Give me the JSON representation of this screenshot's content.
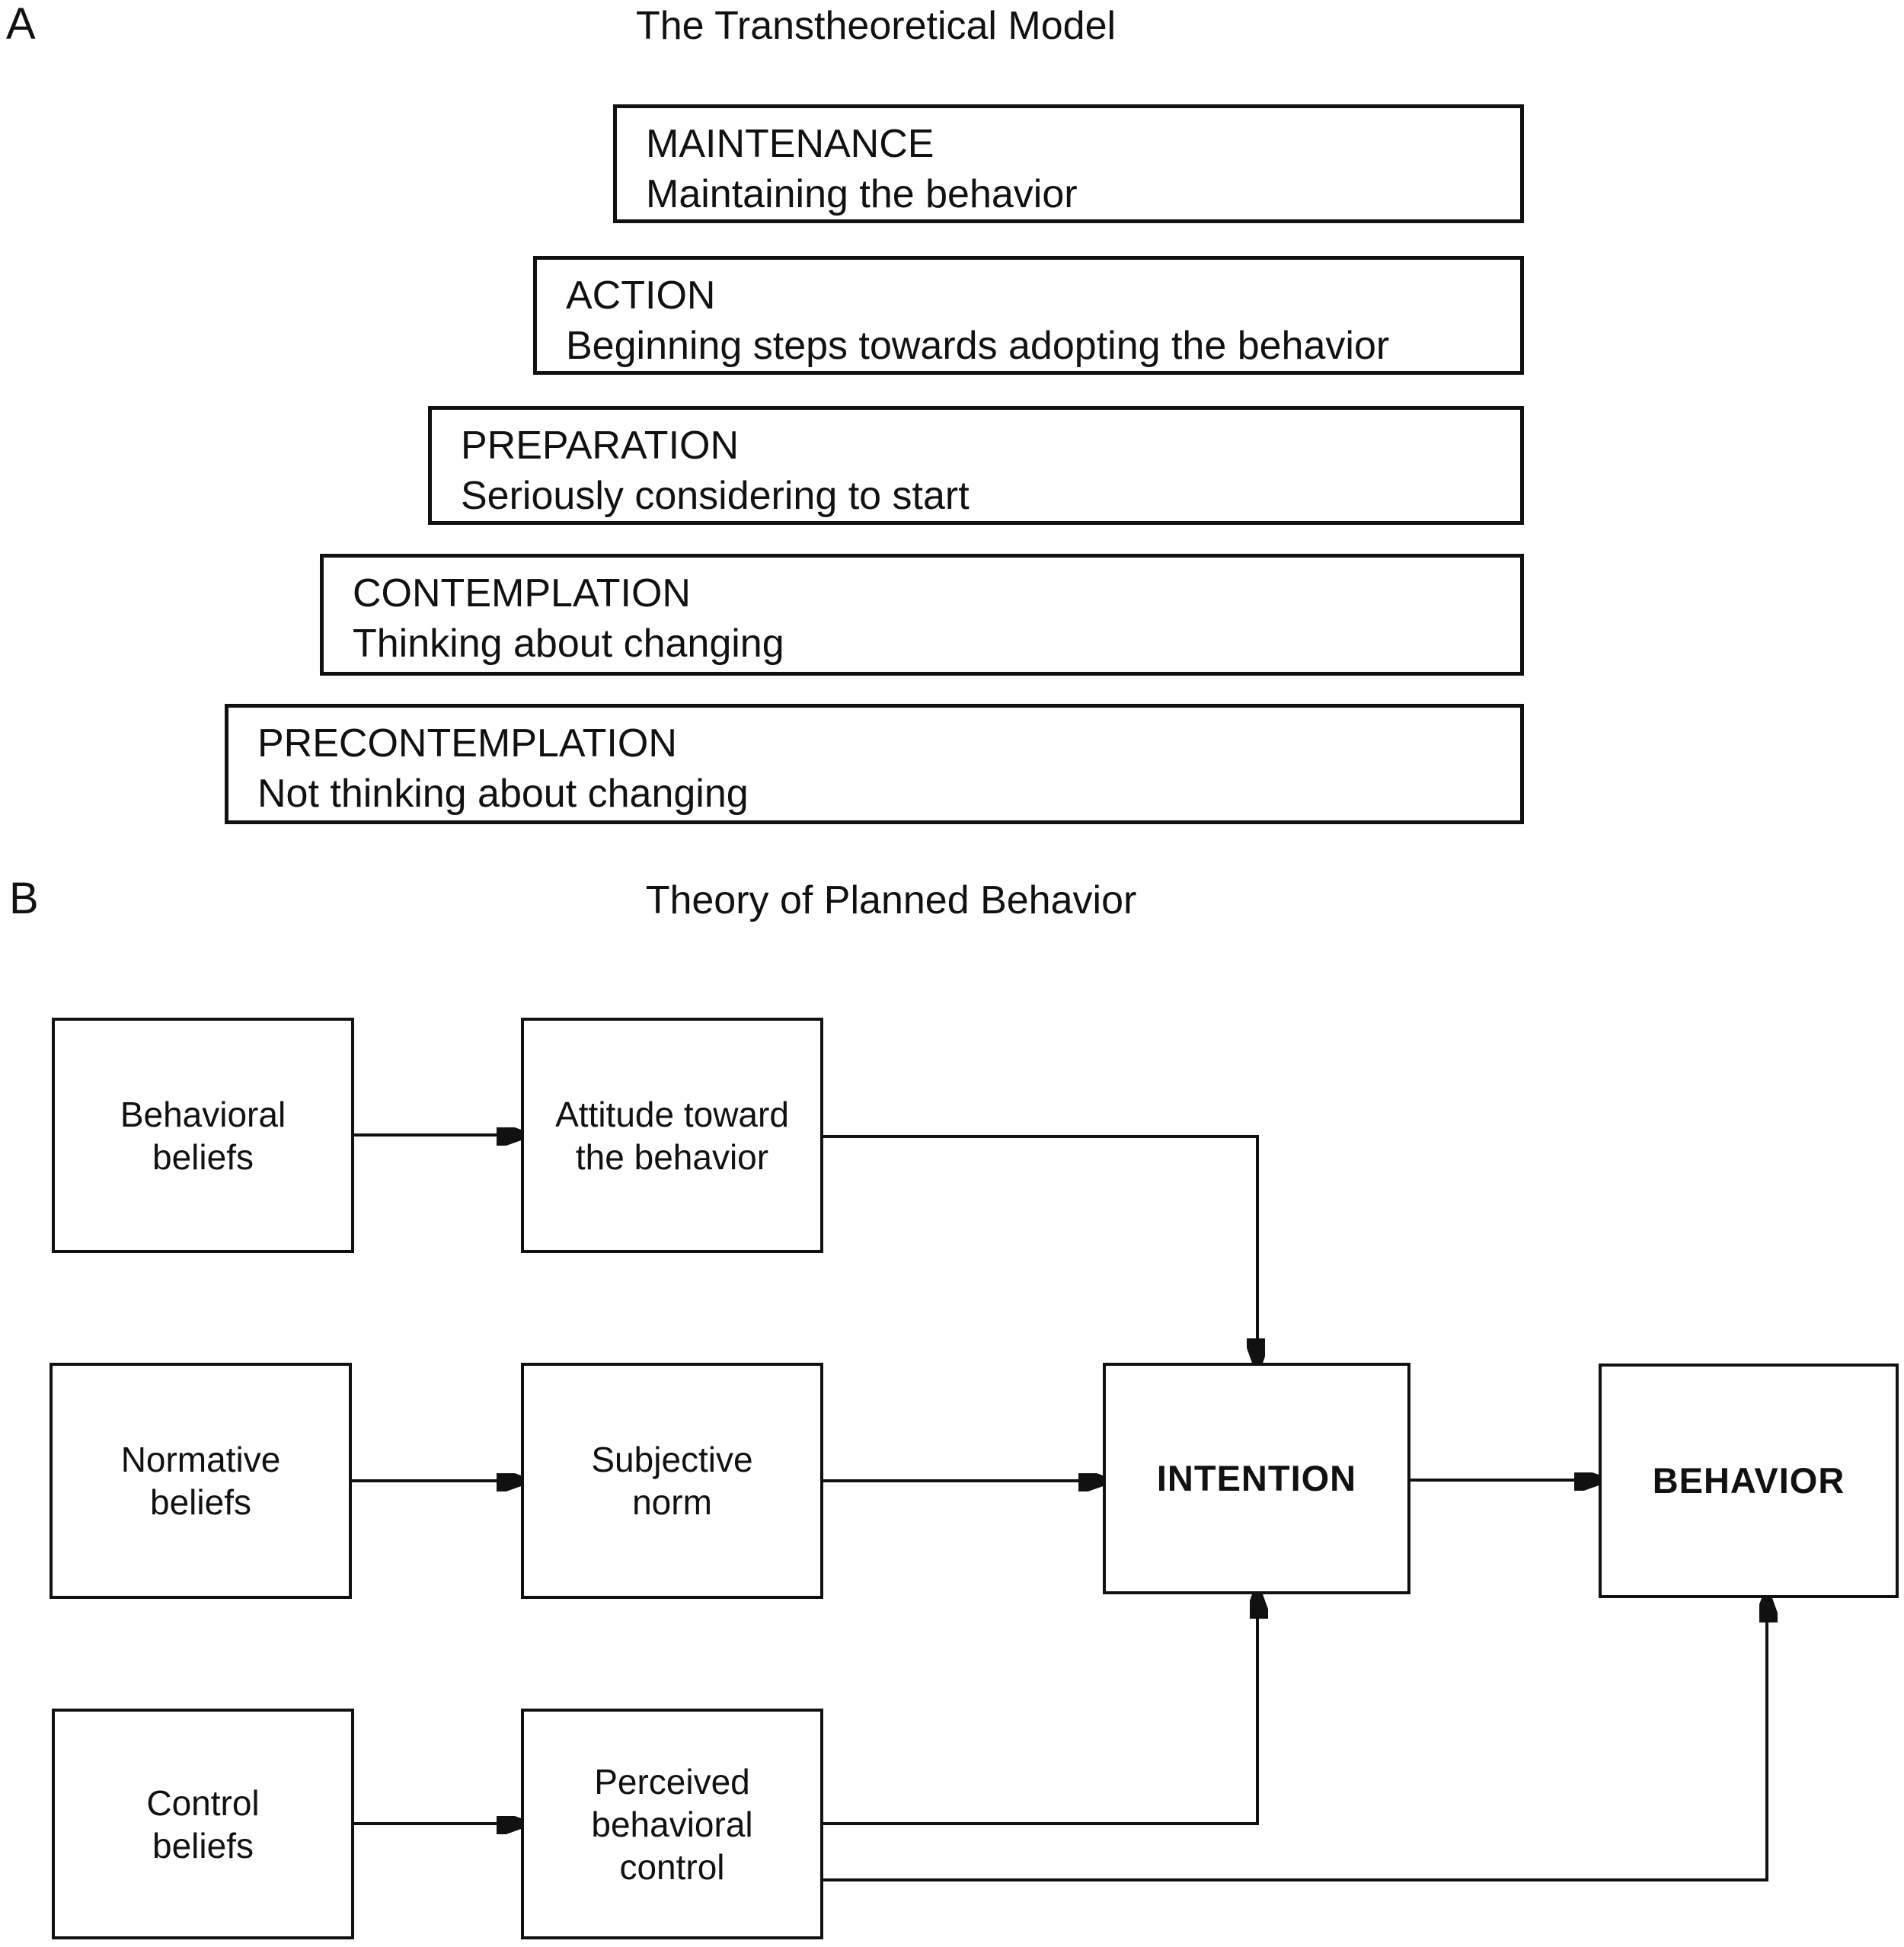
{
  "panel_a": {
    "label": "A",
    "title": "The Transtheoretical Model",
    "stages": [
      {
        "name": "MAINTENANCE",
        "description": "Maintaining the behavior"
      },
      {
        "name": "ACTION",
        "description": "Beginning steps towards adopting the behavior"
      },
      {
        "name": "PREPARATION",
        "description": "Seriously considering to start"
      },
      {
        "name": "CONTEMPLATION",
        "description": "Thinking about changing"
      },
      {
        "name": "PRECONTEMPLATION",
        "description": "Not thinking about changing"
      }
    ]
  },
  "panel_b": {
    "label": "B",
    "title": "Theory of Planned Behavior",
    "nodes": {
      "behavioral_beliefs": "Behavioral\nbeliefs",
      "attitude": "Attitude toward\nthe behavior",
      "normative_beliefs": "Normative\nbeliefs",
      "subjective_norm": "Subjective\nnorm",
      "control_beliefs": "Control\nbeliefs",
      "perceived_control": "Perceived\nbehavioral\ncontrol",
      "intention": "INTENTION",
      "behavior": "BEHAVIOR"
    },
    "connections": [
      {
        "from": "Behavioral beliefs",
        "to": "Attitude toward the behavior"
      },
      {
        "from": "Normative beliefs",
        "to": "Subjective norm"
      },
      {
        "from": "Control beliefs",
        "to": "Perceived behavioral control"
      },
      {
        "from": "Attitude toward the behavior",
        "to": "Intention"
      },
      {
        "from": "Subjective norm",
        "to": "Intention"
      },
      {
        "from": "Perceived behavioral control",
        "to": "Intention"
      },
      {
        "from": "Intention",
        "to": "Behavior"
      },
      {
        "from": "Perceived behavioral control",
        "to": "Behavior"
      }
    ]
  },
  "colors": {
    "ink": "#111111",
    "background": "#ffffff"
  }
}
